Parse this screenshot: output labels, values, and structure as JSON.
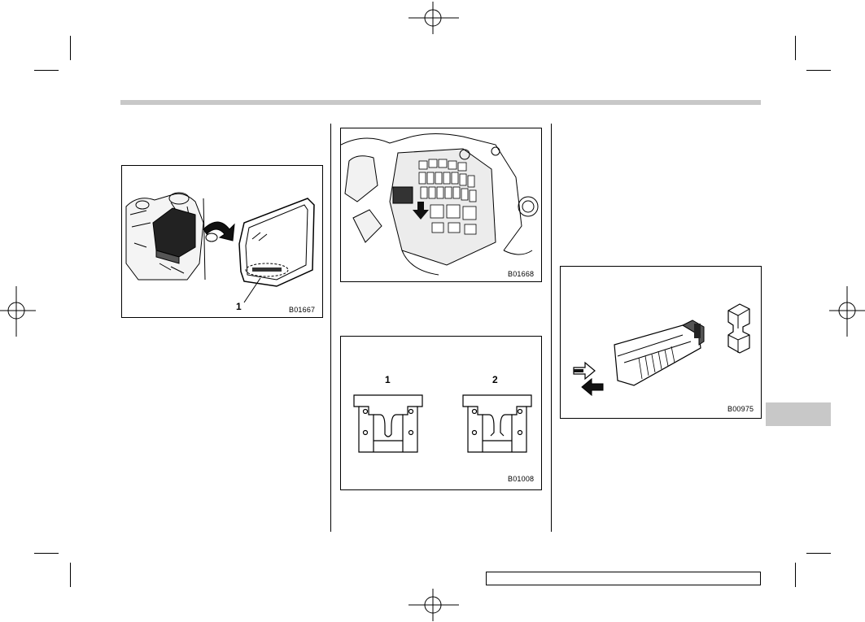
{
  "figures": {
    "fig1": {
      "code": "B01667",
      "callout": "1"
    },
    "fig2": {
      "code": "B01668"
    },
    "fig3": {
      "code": "B01008",
      "callouts": [
        "1",
        "2"
      ]
    },
    "fig4": {
      "code": "B00975"
    }
  },
  "colors": {
    "header_bar": "#c8c8c8",
    "side_tab": "#c8c8c8",
    "line": "#000000"
  }
}
